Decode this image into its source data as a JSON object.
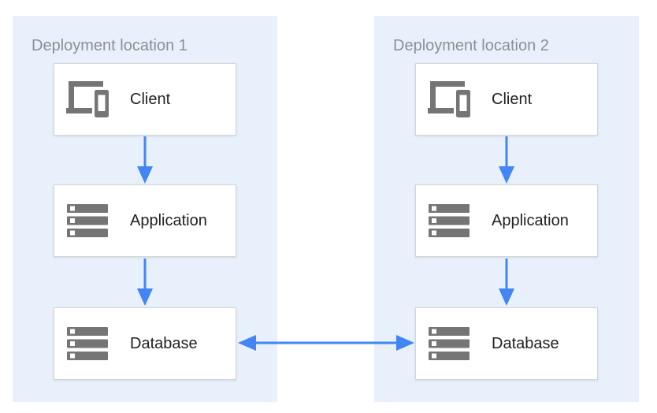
{
  "theme": {
    "canvas_bg": "#FFFFFF",
    "panel_bg": "#E8F1FB",
    "box_bg": "#FFFFFF",
    "box_border": "#D4D4D4",
    "arrow_color": "#4285F4",
    "icon_color": "#757575",
    "title_color": "#8A9096",
    "label_color": "#212121"
  },
  "panels": [
    {
      "title": "Deployment location 1",
      "nodes": [
        {
          "label": "Client",
          "icon": "devices-icon"
        },
        {
          "label": "Application",
          "icon": "server-stack-icon"
        },
        {
          "label": "Database",
          "icon": "server-stack-icon"
        }
      ]
    },
    {
      "title": "Deployment location 2",
      "nodes": [
        {
          "label": "Client",
          "icon": "devices-icon"
        },
        {
          "label": "Application",
          "icon": "server-stack-icon"
        },
        {
          "label": "Database",
          "icon": "server-stack-icon"
        }
      ]
    }
  ],
  "connections": [
    {
      "from": "client-1",
      "to": "application-1",
      "direction": "down"
    },
    {
      "from": "application-1",
      "to": "database-1",
      "direction": "down"
    },
    {
      "from": "client-2",
      "to": "application-2",
      "direction": "down"
    },
    {
      "from": "application-2",
      "to": "database-2",
      "direction": "down"
    },
    {
      "from": "database-1",
      "to": "database-2",
      "direction": "bidirectional"
    }
  ]
}
